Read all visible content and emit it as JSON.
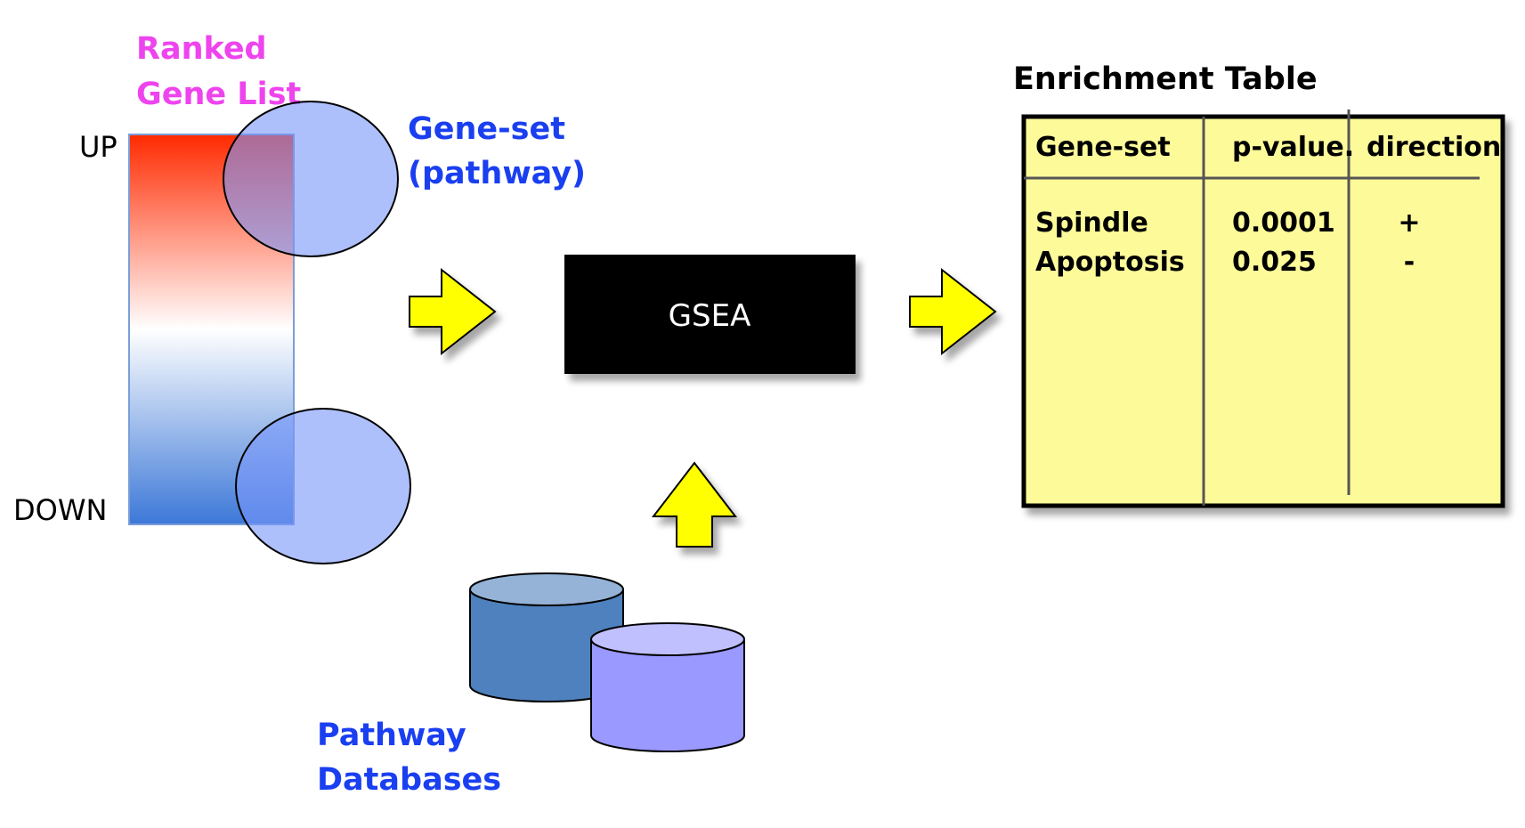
{
  "ranked_list": {
    "title_line1": "Ranked",
    "title_line2": "Gene List",
    "up_label": "UP",
    "down_label": "DOWN",
    "title_color": "#ee44ee",
    "gradient": {
      "top": "#ff2a00",
      "middle": "#ffffff",
      "bottom": "#3c78d8"
    }
  },
  "gene_set": {
    "label_line1": "Gene-set",
    "label_line2": "(pathway)",
    "color": "#1a3ff0"
  },
  "gsea_box": {
    "label": "GSEA"
  },
  "databases": {
    "label_line1": "Pathway",
    "label_line2": "Databases",
    "color": "#1a3ff0"
  },
  "enrichment": {
    "title": "Enrichment Table",
    "headers": [
      "Gene-set",
      "p-value.",
      "direction"
    ],
    "rows": [
      {
        "geneset": "Spindle",
        "pvalue": "0.0001",
        "direction": "+"
      },
      {
        "geneset": "Apoptosis",
        "pvalue": "0.025",
        "direction": "-"
      }
    ],
    "background": "#fdfa9a"
  },
  "arrow_color": "#ffff00"
}
